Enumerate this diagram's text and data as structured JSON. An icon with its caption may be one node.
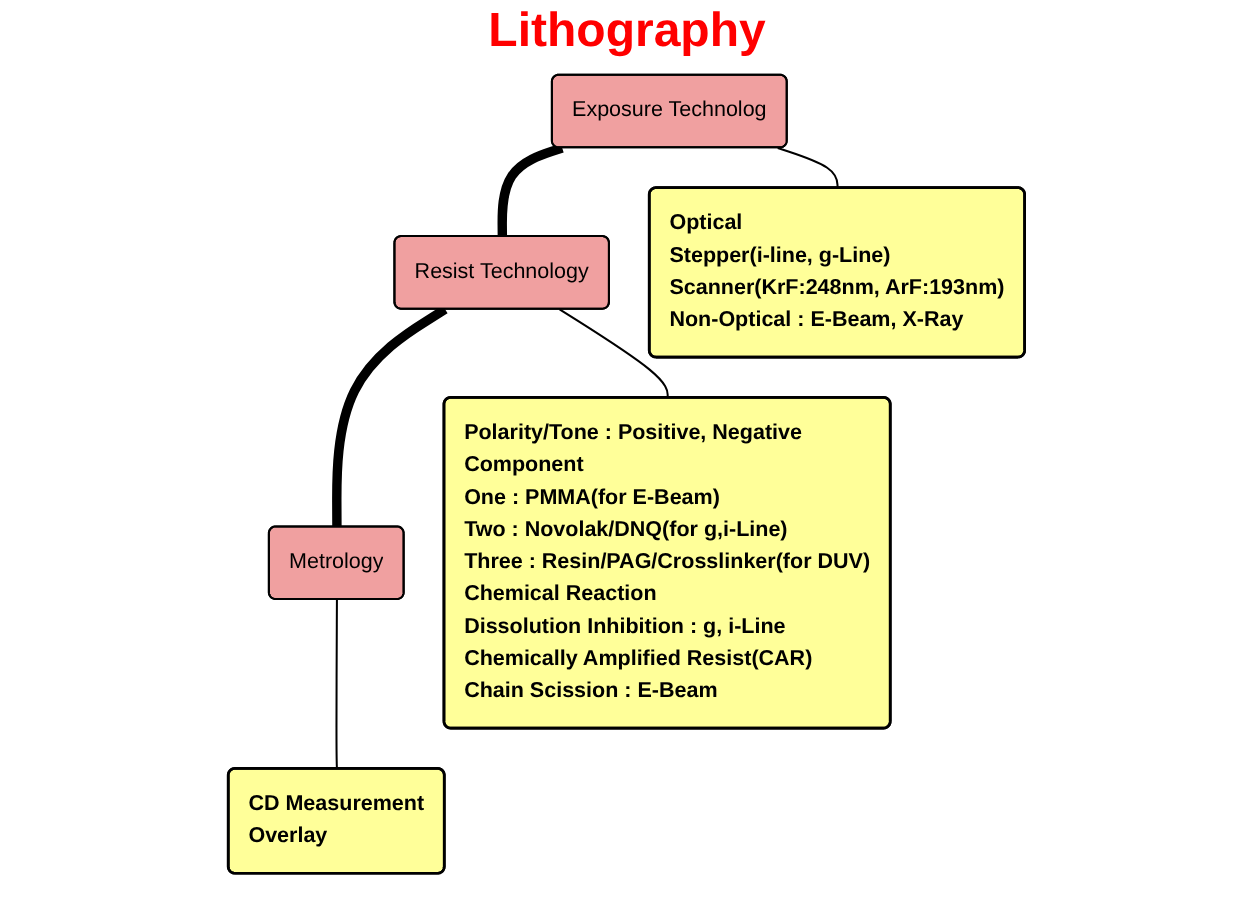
{
  "diagram": {
    "title": "Lithography",
    "nodes": [
      {
        "text": [
          "Exposure Technolog"
        ]
      },
      {
        "text": [
          "Resist Technology"
        ]
      },
      {
        "text": [
          "Metrology"
        ]
      },
      {
        "text": [
          "Optical",
          "Stepper(i-line, g-Line)",
          "Scanner(KrF:248nm, ArF:193nm)",
          "Non-Optical : E-Beam, X-Ray"
        ]
      },
      {
        "text": [
          "Polarity/Tone : Positive, Negative",
          "Component",
          "One : PMMA(for E-Beam)",
          "Two : Novolak/DNQ(for g,i-Line)",
          "Three : Resin/PAG/Crosslinker(for DUV)",
          "Chemical Reaction",
          "Dissolution Inhibition : g, i-Line",
          "Chemically Amplified Resist(CAR)",
          "Chain Scission : E-Beam"
        ]
      },
      {
        "text": [
          "CD Measurement",
          "Overlay"
        ]
      }
    ],
    "edges": [
      {
        "from": 0,
        "to": 1,
        "arrow": "none",
        "style": "thick"
      },
      {
        "from": 1,
        "to": 2,
        "arrow": "none",
        "style": "thick"
      },
      {
        "from": 0,
        "to": 3,
        "arrow": "none"
      },
      {
        "from": 1,
        "to": 4,
        "arrow": "none"
      },
      {
        "from": 2,
        "to": 5,
        "arrow": "none"
      }
    ]
  }
}
